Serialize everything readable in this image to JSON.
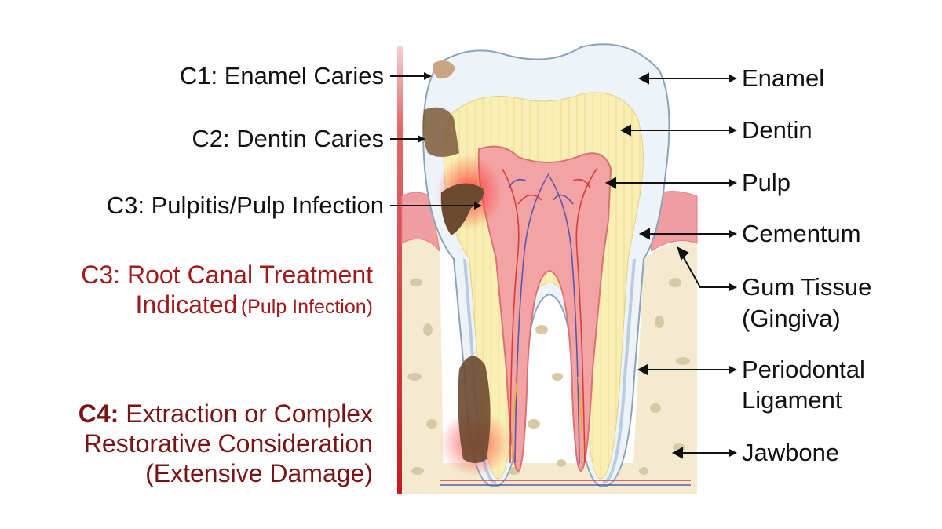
{
  "left_labels": [
    "C1: Enamel Caries",
    "C2: Dentin Caries",
    "C3: Pulpitis/Pulp Infection"
  ],
  "right_labels": [
    "Enamel",
    "Dentin",
    "Pulp",
    "Cementum",
    "Gum Tissue",
    "(Gingiva)",
    "Periodontal",
    "Ligament",
    "Jawbone"
  ],
  "notes": {
    "c3_line1": "C3: Root Canal Treatment",
    "c3_line2_main": "Indicated",
    "c3_line2_small": "(Pulp Infection)",
    "c4_prefix": "C4:",
    "c4_line1_rest": "Extraction or Complex",
    "c4_line2": "Restorative Consideration",
    "c4_line3": "(Extensive Damage)"
  },
  "colors": {
    "c3_note": "#a11a1a",
    "c4_note": "#7a1414",
    "enamel": "#eef3f8",
    "dentin": "#f9efb4",
    "pulp": "#f3a3a3",
    "gum": "#f19ea3",
    "bone": "#f3ead0",
    "decay": "#7d5a3c",
    "severity_bar": "#c8191e"
  }
}
